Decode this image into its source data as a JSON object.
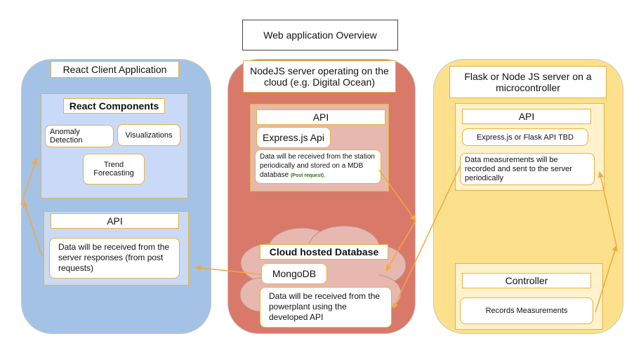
{
  "title": "Web application Overview",
  "left": {
    "title": "React Client Application",
    "components": {
      "title": "React Components",
      "items": [
        "Anomaly Detection",
        "Visualizations",
        "Trend Forecasting"
      ]
    },
    "api": {
      "title": "API",
      "text": "Data will be received from the server responses (from post requests)"
    }
  },
  "middle": {
    "title": "NodeJS server operating on the cloud  (e.g. Digital Ocean)",
    "api": {
      "title": "API",
      "framework": "Express.js Api",
      "text": "Data will be received from the station periodically and stored on a MDB database",
      "note": "(Post request)."
    },
    "database": {
      "title": "Cloud hosted Database",
      "name": "MongoDB",
      "text": "Data will be received from the powerplant using the developed API"
    }
  },
  "right": {
    "title": "Flask or Node JS server on a microcontroller",
    "api": {
      "title": "API",
      "framework": "Express.js or Flask API TBD",
      "text": "Data measurements will be recorded and sent to the server periodically"
    },
    "controller": {
      "title": "Controller",
      "text": "Records Measurements"
    }
  },
  "colors": {
    "left_panel": "#a4c2e6",
    "middle_panel": "#d9796a",
    "right_panel": "#fde08c",
    "arrow": "#f2a83b"
  }
}
